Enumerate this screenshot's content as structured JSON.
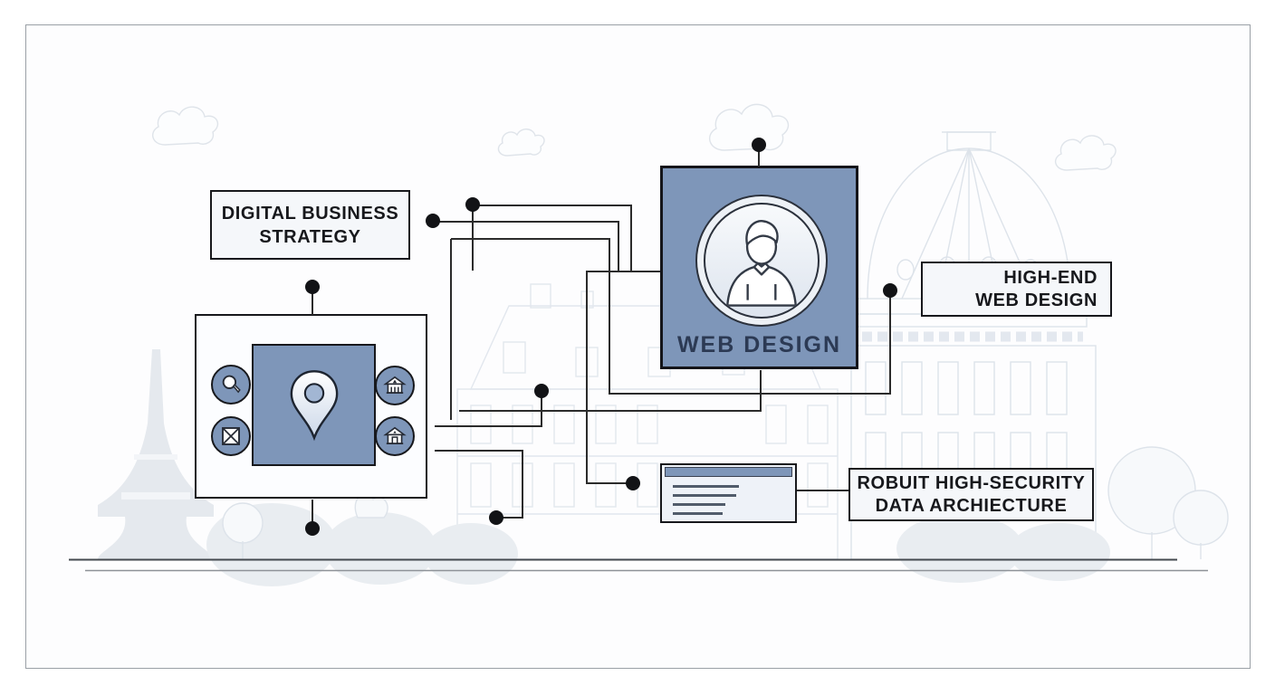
{
  "colors": {
    "accent_blue": "#7e96b9",
    "panel_background": "#f5f7fa",
    "connector_line": "#2b2b2b",
    "label_text": "#17181c",
    "web_design_text": "#2c3a54"
  },
  "boxes": {
    "digital": {
      "line1": "DIGITAL BUSINESS",
      "line2": "STRATEGY"
    },
    "web_design": {
      "label": "WEB DESIGN"
    },
    "high_end": {
      "line1": "HIGH-END",
      "line2": "WEB DESIGN"
    },
    "robust": {
      "line1": "ROBUIT HIGH-SECURITY",
      "line2": "DATA ARCHIECTURE"
    }
  },
  "icons": {
    "map_panel_badges": [
      "search-icon",
      "mail-box-icon",
      "home-icon",
      "home-icon"
    ],
    "map_panel_center": "map-pin-icon",
    "web_design_card": "person-avatar-icon",
    "document_card": "document-card-icon"
  }
}
